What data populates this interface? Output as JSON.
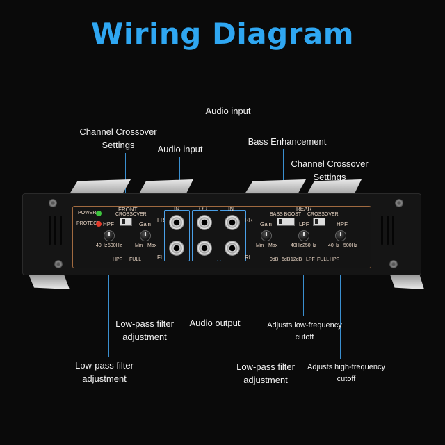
{
  "title": "Wiring Diagram",
  "labels": {
    "audio_input_top": "Audio input",
    "channel_crossover_left": [
      "Channel Crossover",
      "Settings"
    ],
    "audio_input_left": "Audio input",
    "bass_enhancement": "Bass Enhancement",
    "channel_crossover_right": [
      "Channel Crossover",
      "Settings"
    ],
    "lowpass_mid": [
      "Low-pass filter",
      "adjustment"
    ],
    "audio_output": "Audio output",
    "adjusts_low": [
      "Adjusts low-frequency",
      "cutoff"
    ],
    "lowpass_left": [
      "Low-pass filter",
      "adjustment"
    ],
    "lowpass_right": [
      "Low-pass filter",
      "adjustment"
    ],
    "adjusts_high": [
      "Adjusts high-frequency",
      "cutoff"
    ]
  },
  "panel": {
    "power": "POWER",
    "protect": "PROTECT",
    "front": "FRONT",
    "crossover": "CROSSOVER",
    "hpf": "HPF",
    "gain": "Gain",
    "hz40": "40Hz",
    "hz500": "500Hz",
    "min": "Min",
    "max": "Max",
    "full": "FULL",
    "in": "IN",
    "out": "OUT",
    "fr": "FR",
    "fl": "FL",
    "rr": "RR",
    "rl": "RL",
    "rear": "REAR",
    "bass_boost": "BASS BOOST",
    "lpf": "LPF",
    "db0": "0dB",
    "db6": "6dB",
    "db12": "12dB",
    "hz250": "250Hz",
    "lpf_full": "LPF",
    "full2": "FULL",
    "hpf2": "HPF"
  },
  "colors": {
    "title": "#2fa7f2",
    "leader": "#3a8fd0",
    "panel_border": "#a06a40",
    "power_led": "#3ec43e",
    "protect_led": "#e23a2a"
  }
}
